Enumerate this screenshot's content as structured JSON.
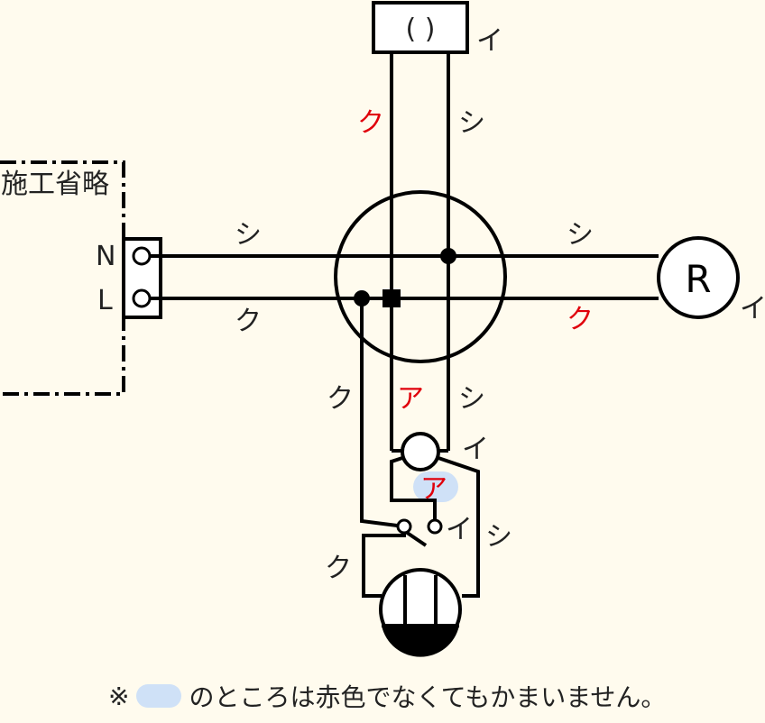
{
  "labels": {
    "unknown_box": "(   )",
    "omitted": "施工省略",
    "terminal_n": "N",
    "terminal_l": "L",
    "receptacle": "R",
    "i": "イ",
    "a": "ア",
    "ku": "ク",
    "shi": "シ"
  },
  "note": {
    "mark": "※",
    "text": "のところは赤色でなくてもかまいません。"
  },
  "colors": {
    "background": "#fffbee",
    "red_label": "#e0000b",
    "highlight": "#cfe1f7"
  }
}
